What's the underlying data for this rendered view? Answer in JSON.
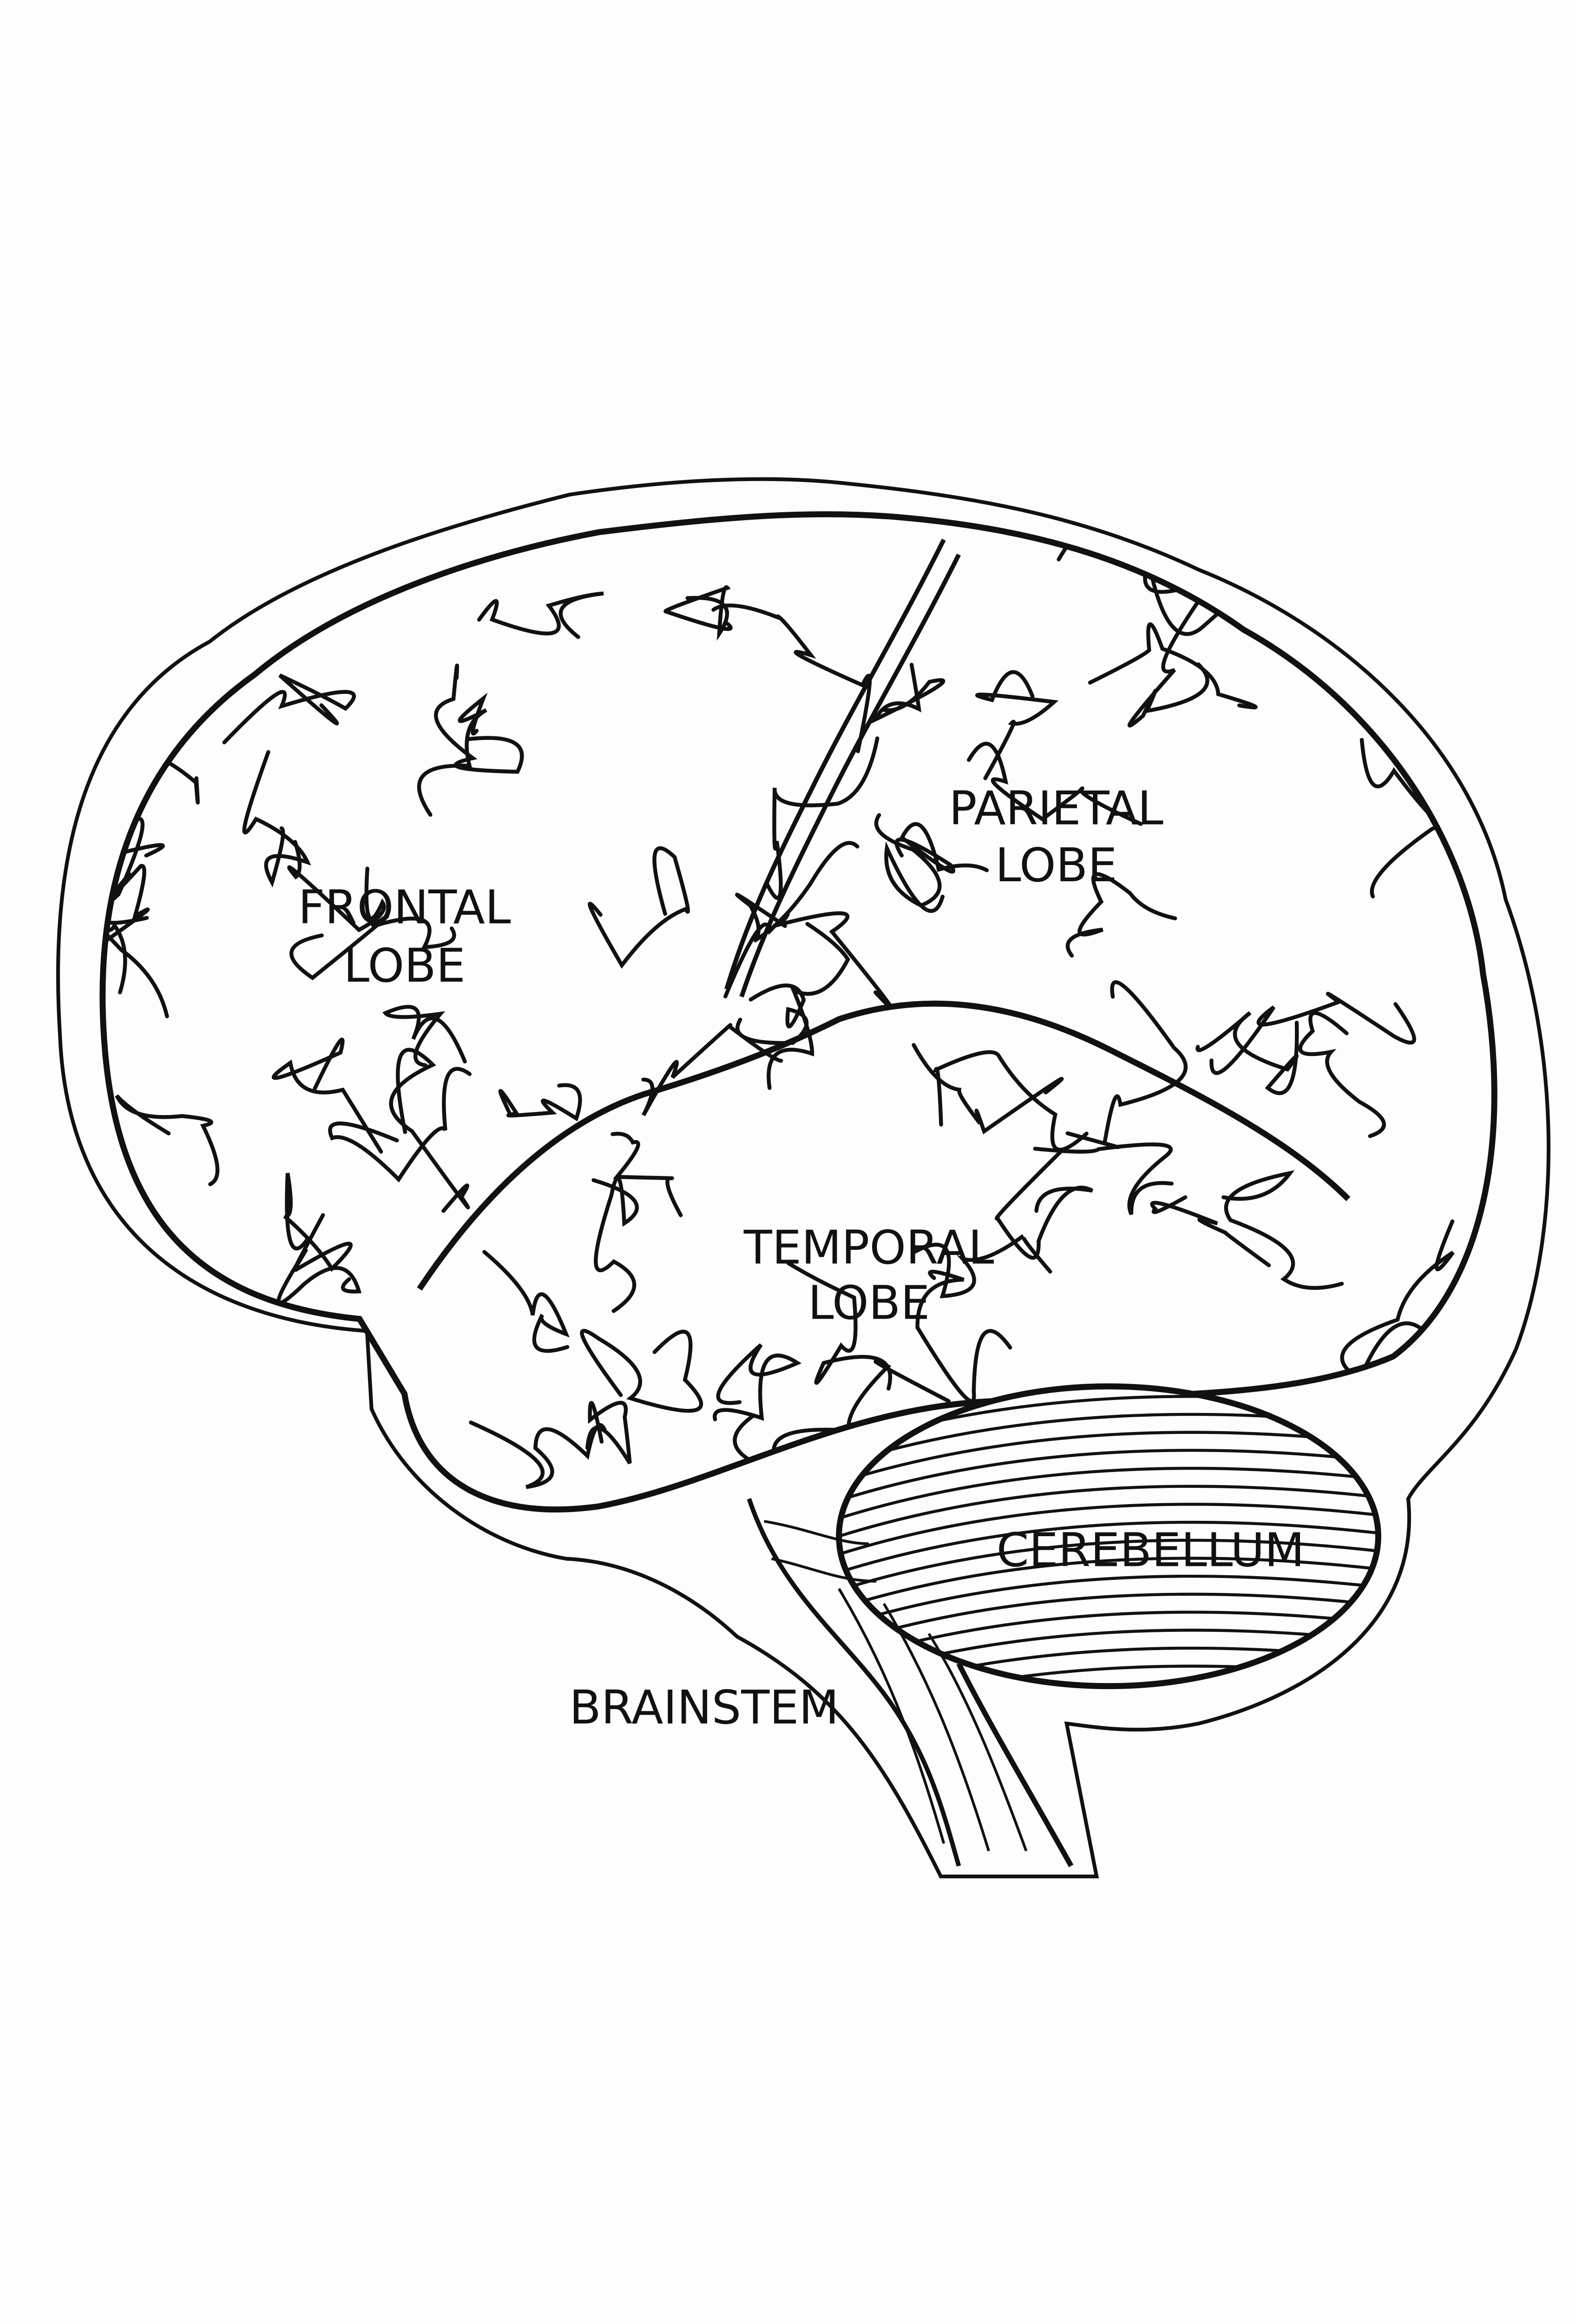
{
  "diagram": {
    "labels": {
      "frontal": [
        "FRONTAL",
        "LOBE"
      ],
      "parietal": [
        "PARIETAL",
        "LOBE"
      ],
      "temporal": [
        "TEMPORAL",
        "LOBE"
      ],
      "cerebellum": "CEREBELLUM",
      "brainstem": "BRAINSTEM"
    },
    "colors": {
      "line": "#111111",
      "background": "#fdfdfd"
    }
  }
}
